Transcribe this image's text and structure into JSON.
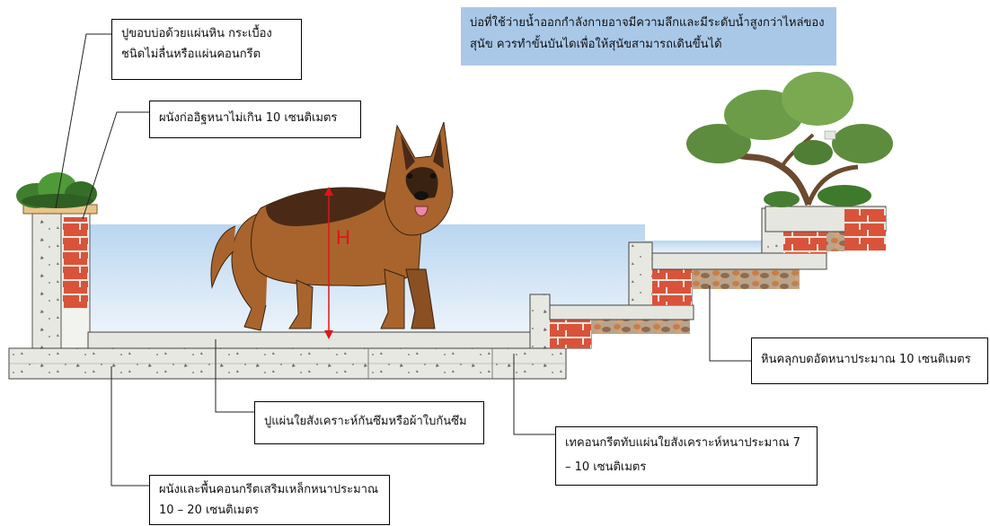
{
  "note": {
    "text": "บ่อที่ใช้ว่ายน้ำออกกำลังกายอาจมีความลึกและมีระดับน้ำสูงกว่าไหล่ของสุนัข ควรทำขั้นบันไดเพื่อให้สุนัขสามารถเดินขึ้นได้"
  },
  "labels": {
    "coping": "ปูขอบบ่อด้วยแผ่นหิน กระเบื้องชนิดไม่ลื่นหรือแผ่นคอนกรีต",
    "brick_wall": "ผนังก่ออิฐหนาไม่เกิน 10 เซนติเมตร",
    "gravel": "หินคลุกบดอัดหนาประมาณ 10 เซนติเมตร",
    "membrane": "ปูแผ่นใยสังเคราะห์กันซึมหรือผ้าใบกันซึม",
    "topping": "เทคอนกรีตทับแผ่นใยสังเคราะห์หนาประมาณ 7 – 10 เซนติเมตร",
    "rc_structure": "ผนังและพื้นคอนกรีตเสริมเหล็กหนาประมาณ 10 – 20 เซนติเมตร"
  },
  "height_marker": "H",
  "colors": {
    "water_top": "#b9d6f0",
    "water_bottom": "#e9f2fb",
    "concrete": "#e6e6e0",
    "brick": "#d9533a",
    "gravel": "#c98a55",
    "plant": "#3f7f2f",
    "dog_body": "#a8642c",
    "dog_saddle": "#4a2a17",
    "note_bg": "#a9c8e8",
    "marker": "#e0141b"
  }
}
